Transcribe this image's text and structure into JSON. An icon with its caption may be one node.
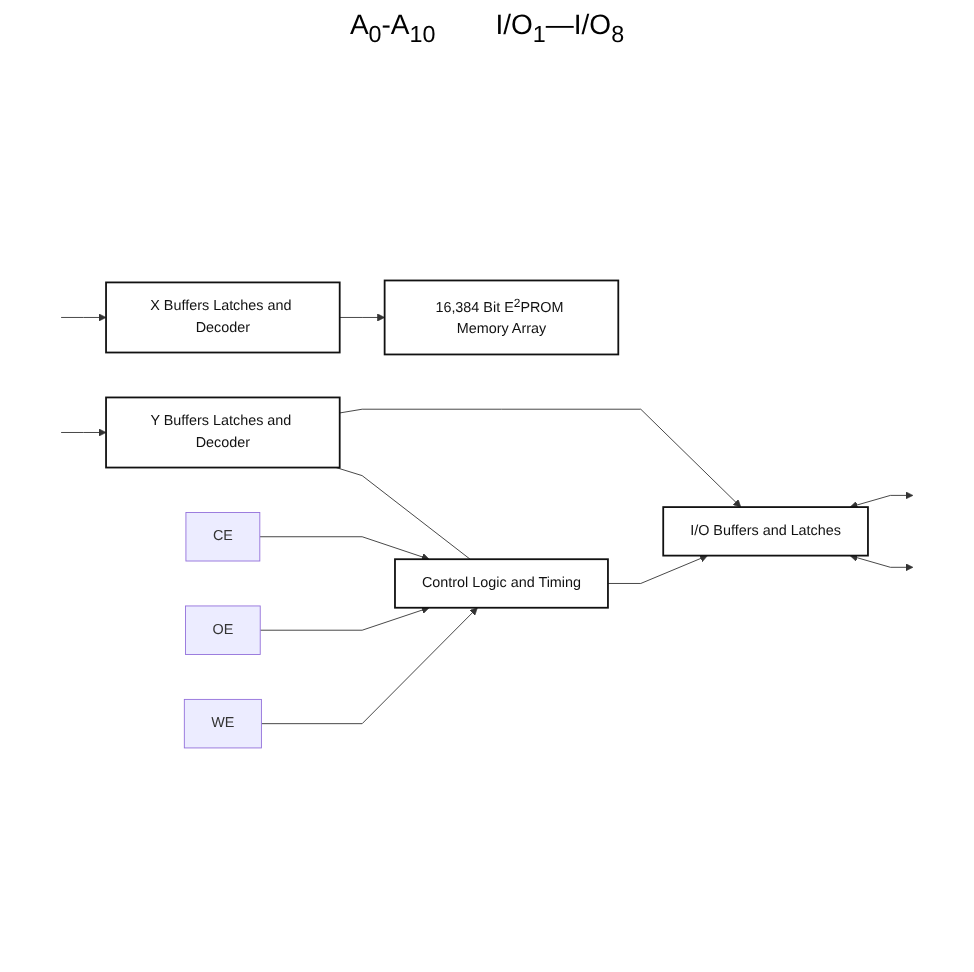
{
  "diagram": {
    "nodes": [
      {
        "text": [
          "X Buffers Latches and Decoder"
        ]
      },
      {
        "text": [
          "Y Buffers Latches and Decoder"
        ]
      },
      {
        "text": [
          "16,384 Bit E$^{2}$PROM Memory Array"
        ]
      },
      {
        "text": [
          "I/O Buffers and Latches"
        ]
      },
      {
        "text": [
          "Control Logic and Timing"
        ]
      },
      {
        "text": [
          "CE"
        ]
      },
      {
        "text": [
          "OE"
        ]
      },
      {
        "text": [
          "WE"
        ]
      }
    ],
    "edges": [
      {
        "from": null,
        "to": 0,
        "arrow": "to"
      },
      {
        "from": null,
        "to": 1,
        "arrow": "to"
      },
      {
        "from": 0,
        "to": 2,
        "arrow": "to"
      },
      {
        "from": 1,
        "to": 3,
        "arrow": "to"
      },
      {
        "from": 1,
        "to": 4,
        "arrow": "none"
      },
      {
        "from": 4,
        "to": 3,
        "arrow": "to"
      },
      {
        "from": 5,
        "to": 4,
        "arrow": "to"
      },
      {
        "from": 6,
        "to": 4,
        "arrow": "to"
      },
      {
        "from": 7,
        "to": 4,
        "arrow": "to"
      },
      {
        "from": 3,
        "to": null,
        "arrow": "both"
      },
      {
        "from": 3,
        "to": null,
        "arrow": "both"
      }
    ],
    "labels": [
      "A$_{0}$-A$_{10}$",
      "I/O$_{1}$—I/O$_{8}$"
    ]
  }
}
